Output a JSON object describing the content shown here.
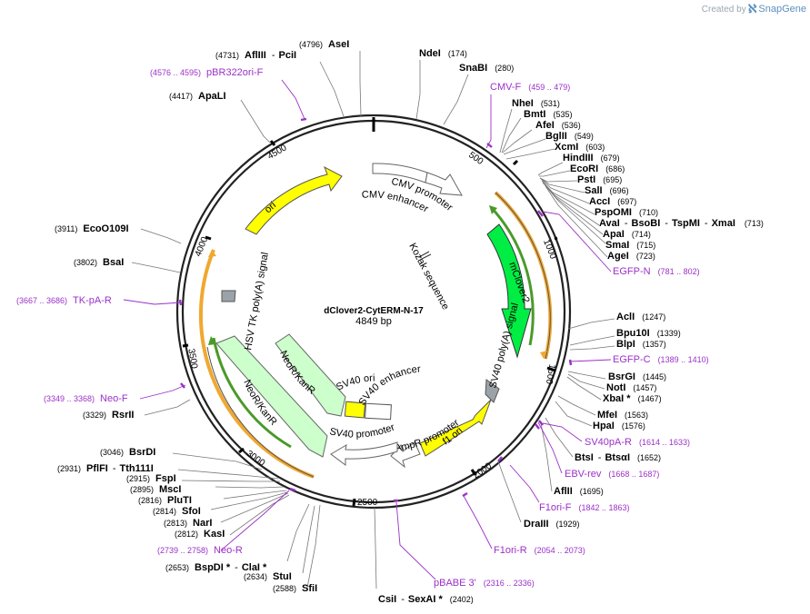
{
  "branding": {
    "created_by": "Created by",
    "app": "SnapGene"
  },
  "plasmid": {
    "name": "dClover2-CytERM-N-17",
    "length_label": "4849 bp",
    "length": 4849
  },
  "ticks": [
    "500",
    "1000",
    "1500",
    "2000",
    "2500",
    "3000",
    "3500",
    "4000",
    "4500"
  ],
  "colors": {
    "promoter": "#ffffff",
    "ori": "#ffff00",
    "fp": "#00ee44",
    "neo": "#ccffcc",
    "polyA": "#9ca3a8",
    "primer": "#9b30c8",
    "backbone": "#222222",
    "orf": "#f0a830"
  },
  "features": [
    {
      "id": "cmv-enhancer",
      "label": "CMV enhancer",
      "color": "#ffffff"
    },
    {
      "id": "cmv-promoter",
      "label": "CMV promoter",
      "color": "#ffffff"
    },
    {
      "id": "kozak",
      "label": "Kozak sequence",
      "color": "#ffffff"
    },
    {
      "id": "mclover2",
      "label": "mClover2",
      "color": "#00ee44"
    },
    {
      "id": "sv40-polya",
      "label": "SV40 poly(A) signal",
      "color": "#9ca3a8"
    },
    {
      "id": "f1-ori",
      "label": "f1 ori",
      "color": "#ffff00"
    },
    {
      "id": "ampr-promoter",
      "label": "AmpR promoter",
      "color": "#ffffff"
    },
    {
      "id": "sv40-promoter",
      "label": "SV40 promoter",
      "color": "#ffffff"
    },
    {
      "id": "sv40-ori",
      "label": "SV40 ori",
      "color": "#ffff00"
    },
    {
      "id": "sv40-enhancer",
      "label": "SV40 enhancer",
      "color": "#ffffff"
    },
    {
      "id": "neor-inner",
      "label": "NeoR/KanR",
      "color": "#ccffcc"
    },
    {
      "id": "neor-outer",
      "label": "NeoR/KanR",
      "color": "#ccffcc"
    },
    {
      "id": "hsv-tk-polya",
      "label": "HSV TK poly(A) signal",
      "color": "#9ca3a8"
    },
    {
      "id": "ori",
      "label": "ori",
      "color": "#ffff00"
    }
  ],
  "sites": [
    {
      "name": "AseI",
      "pos": "(4796)"
    },
    {
      "name": "AflIII",
      "pos": "(4731)"
    },
    {
      "name": "PciI",
      "pos": ""
    },
    {
      "name": "ApaLI",
      "pos": "(4417)"
    },
    {
      "name": "NdeI",
      "pos": "(174)"
    },
    {
      "name": "SnaBI",
      "pos": "(280)"
    },
    {
      "name": "NheI",
      "pos": "(531)"
    },
    {
      "name": "BmtI",
      "pos": "(535)"
    },
    {
      "name": "AfeI",
      "pos": "(536)"
    },
    {
      "name": "BglII",
      "pos": "(549)"
    },
    {
      "name": "XcmI",
      "pos": "(603)"
    },
    {
      "name": "HindIII",
      "pos": "(679)"
    },
    {
      "name": "EcoRI",
      "pos": "(686)"
    },
    {
      "name": "PstI",
      "pos": "(695)"
    },
    {
      "name": "SalI",
      "pos": "(696)"
    },
    {
      "name": "AccI",
      "pos": "(697)"
    },
    {
      "name": "PspOMI",
      "pos": "(710)"
    },
    {
      "name": "AvaI",
      "pos": ""
    },
    {
      "name": "BsoBI",
      "pos": ""
    },
    {
      "name": "TspMI",
      "pos": ""
    },
    {
      "name": "XmaI",
      "pos": "(713)"
    },
    {
      "name": "ApaI",
      "pos": "(714)"
    },
    {
      "name": "SmaI",
      "pos": "(715)"
    },
    {
      "name": "AgeI",
      "pos": "(723)"
    },
    {
      "name": "AclI",
      "pos": "(1247)"
    },
    {
      "name": "Bpu10I",
      "pos": "(1339)"
    },
    {
      "name": "BlpI",
      "pos": "(1357)"
    },
    {
      "name": "BsrGI",
      "pos": "(1445)"
    },
    {
      "name": "NotI",
      "pos": "(1457)"
    },
    {
      "name": "XbaI *",
      "pos": "(1467)"
    },
    {
      "name": "MfeI",
      "pos": "(1563)"
    },
    {
      "name": "HpaI",
      "pos": "(1576)"
    },
    {
      "name": "BtsI",
      "pos": ""
    },
    {
      "name": "BtsαI",
      "pos": "(1652)"
    },
    {
      "name": "AflII",
      "pos": "(1695)"
    },
    {
      "name": "DraIII",
      "pos": "(1929)"
    },
    {
      "name": "CsiI",
      "pos": ""
    },
    {
      "name": "SexAI *",
      "pos": "(2402)"
    },
    {
      "name": "SfiI",
      "pos": "(2588)"
    },
    {
      "name": "StuI",
      "pos": "(2634)"
    },
    {
      "name": "BspDI *",
      "pos": "(2653)"
    },
    {
      "name": "ClaI *",
      "pos": ""
    },
    {
      "name": "KasI",
      "pos": "(2812)"
    },
    {
      "name": "NarI",
      "pos": "(2813)"
    },
    {
      "name": "SfoI",
      "pos": "(2814)"
    },
    {
      "name": "PluTI",
      "pos": "(2816)"
    },
    {
      "name": "MscI",
      "pos": "(2895)"
    },
    {
      "name": "FspI",
      "pos": "(2915)"
    },
    {
      "name": "PflFI",
      "pos": "(2931)"
    },
    {
      "name": "Tth111I",
      "pos": ""
    },
    {
      "name": "BsrDI",
      "pos": "(3046)"
    },
    {
      "name": "RsrII",
      "pos": "(3329)"
    },
    {
      "name": "BsaI",
      "pos": "(3802)"
    },
    {
      "name": "EcoO109I",
      "pos": "(3911)"
    }
  ],
  "primers": [
    {
      "name": "pBR322ori-F",
      "range": "(4576 .. 4595)"
    },
    {
      "name": "CMV-F",
      "range": "(459 .. 479)"
    },
    {
      "name": "EGFP-N",
      "range": "(781 .. 802)"
    },
    {
      "name": "EGFP-C",
      "range": "(1389 .. 1410)"
    },
    {
      "name": "SV40pA-R",
      "range": "(1614 .. 1633)"
    },
    {
      "name": "EBV-rev",
      "range": "(1668 .. 1687)"
    },
    {
      "name": "F1ori-F",
      "range": "(1842 .. 1863)"
    },
    {
      "name": "F1ori-R",
      "range": "(2054 .. 2073)"
    },
    {
      "name": "pBABE 3'",
      "range": "(2316 .. 2336)"
    },
    {
      "name": "Neo-R",
      "range": "(2739 .. 2758)"
    },
    {
      "name": "Neo-F",
      "range": "(3349 .. 3368)"
    },
    {
      "name": "TK-pA-R",
      "range": "(3667 .. 3686)"
    }
  ]
}
